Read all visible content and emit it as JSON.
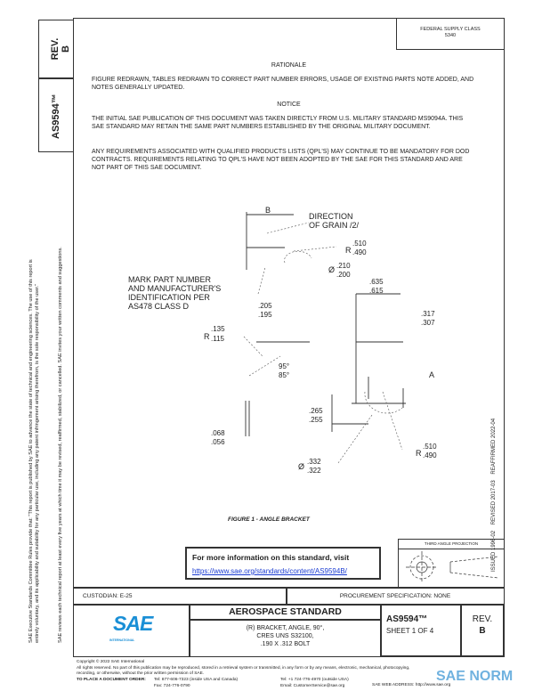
{
  "left_column": {
    "rev_label": "REV.",
    "rev_value": "B",
    "doc_number": "AS9594™",
    "legal_line1": "SAE Executive Standards Committee Rules provide that: \"This report is published by SAE to advance the state of technical and engineering sciences. The use of this report is",
    "legal_line2": "entirely voluntary, and its applicability and suitability for any particular use, including any patent infringement arising therefrom, is the sole responsibility of the user.\"",
    "legal_line3": "SAE reviews each technical report at least every five years at which time it may be revised, reaffirmed, stabilized, or cancelled. SAE invites your written comments and suggestions."
  },
  "fsc": {
    "line1": "FEDERAL SUPPLY CLASS",
    "line2": "5340"
  },
  "rationale": {
    "heading": "RATIONALE",
    "text": "FIGURE REDRAWN, TABLES REDRAWN TO CORRECT PART NUMBER ERRORS, USAGE OF EXISTING PARTS NOTE ADDED, AND NOTES GENERALLY UPDATED."
  },
  "notice": {
    "heading": "NOTICE",
    "para1": "THE INITIAL SAE PUBLICATION OF THIS DOCUMENT WAS TAKEN DIRECTLY FROM U.S. MILITARY STANDARD MS9094A. THIS SAE STANDARD MAY RETAIN THE SAME PART NUMBERS ESTABLISHED BY THE ORIGINAL MILITARY DOCUMENT.",
    "para2": "ANY REQUIREMENTS ASSOCIATED WITH QUALIFIED PRODUCTS LISTS (QPL'S) MAY CONTINUE TO BE MANDATORY FOR DOD CONTRACTS. REQUIREMENTS RELATING TO QPL'S HAVE NOT BEEN ADOPTED BY THE SAE FOR THIS STANDARD AND ARE NOT PART OF THIS SAE DOCUMENT."
  },
  "figure": {
    "b": "B",
    "grain1": "DIRECTION",
    "grain2": "OF GRAIN /2/",
    "r1": {
      "prefix": "R",
      "hi": ".510",
      "lo": ".490"
    },
    "dia1": {
      "prefix": "Ø",
      "hi": ".210",
      "lo": ".200"
    },
    "mark1": "MARK PART NUMBER",
    "mark2": "AND MANUFACTURER'S",
    "mark3": "IDENTIFICATION PER",
    "mark4": "AS478 CLASS D",
    "d205": {
      "hi": ".205",
      "lo": ".195"
    },
    "d635": {
      "hi": ".635",
      "lo": ".615"
    },
    "d317": {
      "hi": ".317",
      "lo": ".307"
    },
    "r2": {
      "prefix": "R",
      "hi": ".135",
      "lo": ".115"
    },
    "angle": {
      "hi": "95°",
      "lo": "85°"
    },
    "a": "A",
    "d265": {
      "hi": ".265",
      "lo": ".255"
    },
    "d068": {
      "hi": ".068",
      "lo": ".056"
    },
    "r3": {
      "prefix": "R",
      "hi": ".510",
      "lo": ".490"
    },
    "dia2": {
      "prefix": "Ø",
      "hi": ".332",
      "lo": ".322"
    },
    "caption": "FIGURE 1 - ANGLE BRACKET"
  },
  "info_box": {
    "text": "For more information on this standard, visit",
    "link": "https://www.sae.org/standards/content/AS9594B/"
  },
  "projection": {
    "label": "THIRD ANGLE PROJECTION"
  },
  "history": "ISSUED 1996-02    REVISED 2017-03    REAFFIRMED 2022-04",
  "title_block": {
    "custodian": "CUSTODIAN: E-25",
    "procurement": "PROCUREMENT SPECIFICATION: NONE",
    "logo": "SAE",
    "logo_sub": "INTERNATIONAL",
    "standard_type": "AEROSPACE STANDARD",
    "title1": "(R) BRACKET, ANGLE, 90°,",
    "title2": "CRES UNS S32100,",
    "title3": ".190 X .312 BOLT",
    "doc_number": "AS9594™",
    "sheet": "SHEET 1 OF 4",
    "rev_label": "REV.",
    "rev_value": "B"
  },
  "footer": {
    "copyright": "Copyright © 2022 SAE International",
    "rights": "All rights reserved. No part of this publication may be reproduced, stored in a retrieval system or transmitted, in any form or by any means, electronic, mechanical, photocopying,",
    "rights2": "recording, or otherwise, without the prior written permission of SAE.",
    "order": "TO PLACE A DOCUMENT ORDER:",
    "tel1": "Tel: 877-606-7323 (inside USA and Canada)",
    "fax": "Fax: 724-776-0790",
    "tel2": "Tel: +1 724-776-4970 (outside USA)",
    "email": "Email: CustomerService@sae.org",
    "web": "SAE WEB ADDRESS: http://www.sae.org"
  },
  "watermark": {
    "text": "SAE NORM"
  }
}
